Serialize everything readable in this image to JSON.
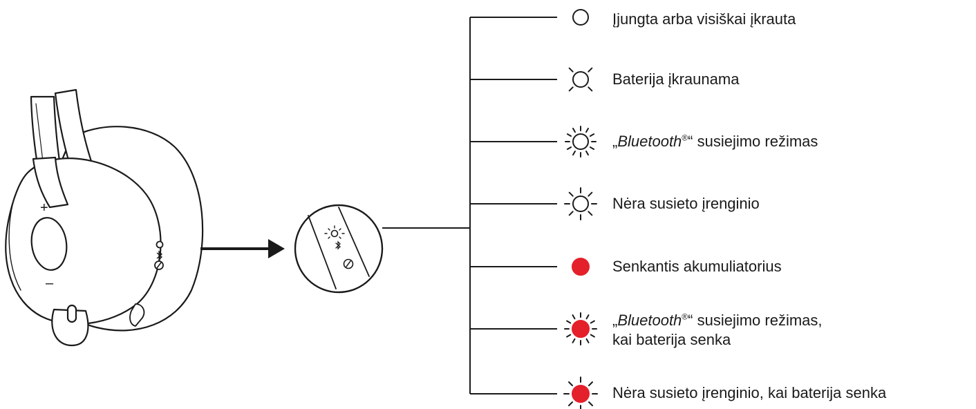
{
  "legend": {
    "items": [
      {
        "id": "on",
        "pattern": "solid",
        "color": "white",
        "text": "Įjungta arba visiškai įkrauta"
      },
      {
        "id": "charging",
        "pattern": "pulse",
        "color": "white",
        "text": "Baterija įkraunama"
      },
      {
        "id": "pairing",
        "pattern": "fast",
        "color": "white",
        "quote_open": "„",
        "brand": "Bluetooth",
        "reg": "®",
        "quote_close": "“",
        "text": " susiejimo režimas"
      },
      {
        "id": "nopair",
        "pattern": "slow",
        "color": "white",
        "text": "Nėra susieto įrenginio"
      },
      {
        "id": "low",
        "pattern": "solid",
        "color": "red",
        "text": "Senkantis akumuliatorius"
      },
      {
        "id": "pairlow",
        "pattern": "fast",
        "color": "red",
        "quote_open": "„",
        "brand": "Bluetooth",
        "reg": "®",
        "quote_close": "“",
        "text": " susiejimo režimas,",
        "text2": "kai baterija senka"
      },
      {
        "id": "nopairlow",
        "pattern": "slow",
        "color": "red",
        "text": "Nėra susieto įrenginio, kai baterija senka"
      }
    ]
  },
  "headset": {
    "plus_symbol": "+",
    "minus_symbol": "–"
  },
  "colors": {
    "line": "#1a1a1a",
    "red": "#e4202b",
    "background": "#ffffff"
  }
}
